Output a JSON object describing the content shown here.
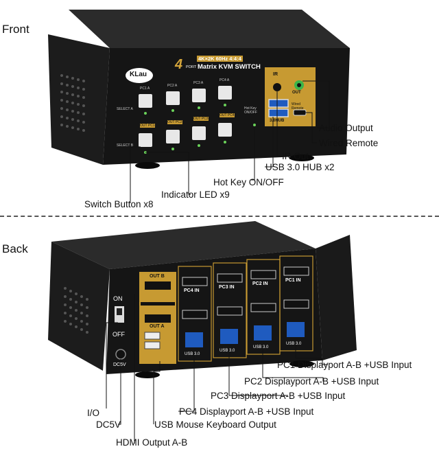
{
  "front": {
    "section_label": "Front",
    "brand": "KLau",
    "badge_top": "4K×2K 60Hz 4:4:4",
    "badge_num": "4",
    "badge_port": "PORT",
    "badge_title": "Matrix KVM SWITCH",
    "ir_label": "IR",
    "out_label": "OUT",
    "hub_label": "3.0HUB",
    "wired_remote_label": "Wired Remote",
    "hotkey_small": "Hot Key ON/OFF",
    "select_a": "SELECT A",
    "select_b": "SELECT B",
    "pc_labels": [
      "PC1 A",
      "PC2 A",
      "PC3 A",
      "PC4 A"
    ],
    "out_labels": [
      "OUT PC1",
      "OUT PC2",
      "OUT PC3",
      "OUT PC4"
    ],
    "callouts": {
      "audio_output": "Audio Output",
      "wired_remote": "Wired Remote",
      "ir_out": "IR Out",
      "usb_hub": "USB 3.0 HUB x2",
      "hot_key": "Hot Key ON/OFF",
      "indicator_led": "Indicator LED x9",
      "switch_button": "Switch Button x8"
    }
  },
  "back": {
    "section_label": "Back",
    "on_label": "ON",
    "off_label": "OFF",
    "dc_label": "DC5V",
    "out_b_label": "OUT B",
    "out_a_label": "OUT A",
    "pc_in_labels": [
      "PC4 IN",
      "PC3 IN",
      "PC2 IN",
      "PC1 IN"
    ],
    "usb_label": "USB 3.0",
    "callouts": {
      "pc1": "PC1 Displayport A-B +USB Input",
      "pc2": "PC2 Displayport A-B +USB Input",
      "pc3": "PC3 Displayport A-B +USB Input",
      "pc4": "PC4 Displayport A-B +USB Input",
      "usb_mouse": "USB Mouse Keyboard  Output",
      "io": "I/O",
      "dc5v": "DC5V",
      "hdmi": "HDMI Output A-B"
    }
  }
}
